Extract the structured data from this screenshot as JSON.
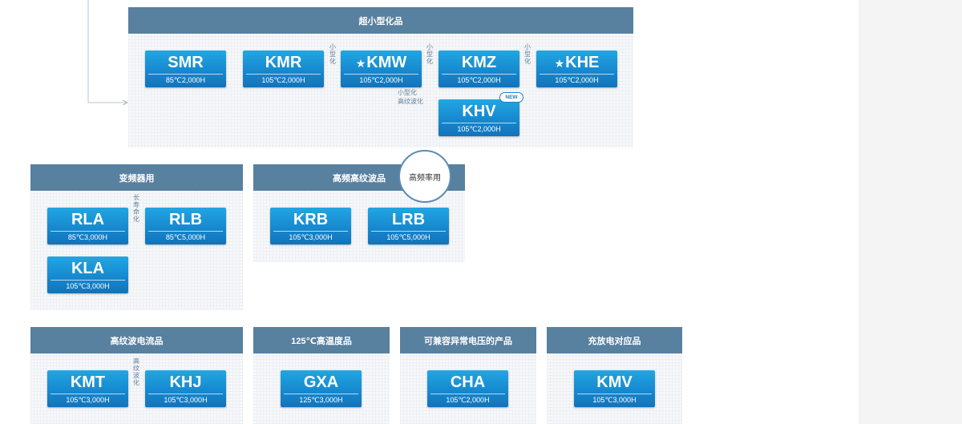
{
  "colors": {
    "header": "#58809f",
    "product_top": "#22a6e2",
    "product_bottom": "#1273bb",
    "connector": "#9bb0c2"
  },
  "groups": {
    "ultra": {
      "title": "超小型化品"
    },
    "inverter": {
      "title": "变频器用"
    },
    "highfreq": {
      "title": "高频高纹波品",
      "badge": "高频率用"
    },
    "ripple": {
      "title": "高纹波电流品"
    },
    "hightemp": {
      "title": "125℃高温度品"
    },
    "abnormal": {
      "title": "可兼容异常电压的产品"
    },
    "charge": {
      "title": "充放电对应品"
    }
  },
  "products": {
    "smr": {
      "name": "SMR",
      "spec": "85℃2,000H"
    },
    "kmr": {
      "name": "KMR",
      "spec": "105℃2,000H"
    },
    "kmw": {
      "name": "KMW",
      "spec": "105℃2,000H",
      "star": "★"
    },
    "kmz": {
      "name": "KMZ",
      "spec": "105℃2,000H"
    },
    "khe": {
      "name": "KHE",
      "spec": "105℃2,000H",
      "star": "★"
    },
    "khv": {
      "name": "KHV",
      "spec": "105℃2,000H",
      "badge": "NEW"
    },
    "rla": {
      "name": "RLA",
      "spec": "85℃3,000H"
    },
    "rlb": {
      "name": "RLB",
      "spec": "85℃5,000H"
    },
    "kla": {
      "name": "KLA",
      "spec": "105℃3,000H"
    },
    "krb": {
      "name": "KRB",
      "spec": "105℃3,000H"
    },
    "lrb": {
      "name": "LRB",
      "spec": "105℃5,000H"
    },
    "kmt": {
      "name": "KMT",
      "spec": "105℃3,000H"
    },
    "khj": {
      "name": "KHJ",
      "spec": "105℃3,000H"
    },
    "gxa": {
      "name": "GXA",
      "spec": "125℃3,000H"
    },
    "cha": {
      "name": "CHA",
      "spec": "105℃2,000H"
    },
    "kmv": {
      "name": "KMV",
      "spec": "105℃3,000H"
    }
  },
  "labels": {
    "kmr_kmw": "小型化",
    "kmw_kmz": "小型化",
    "kmz_khe": "小型化",
    "kmw_khv_1": "小型化",
    "kmw_khv_2": "高纹波化",
    "rla_rlb": "长寿命化",
    "kmt_khj": "高纹波化"
  }
}
